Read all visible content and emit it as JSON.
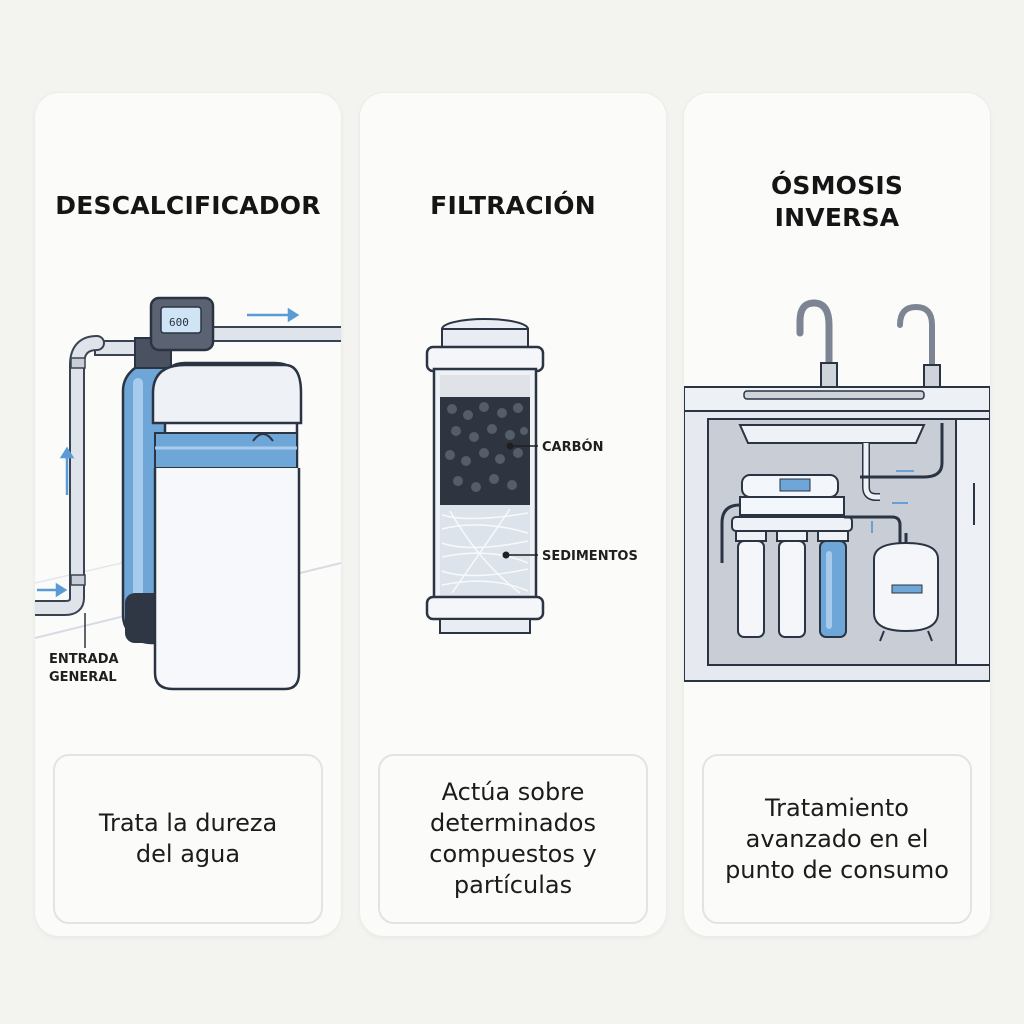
{
  "panels": [
    {
      "title_lines": [
        "DESCALCIFICADOR"
      ],
      "labels": [
        "ENTRADA",
        "GENERAL"
      ],
      "description_lines": [
        "Trata la dureza",
        "del agua"
      ]
    },
    {
      "title_lines": [
        "FILTRACIÓN"
      ],
      "labels": [
        "CARBÓN",
        "SEDIMENTOS"
      ],
      "description_lines": [
        "Actúa sobre",
        "determinados",
        "compuestos y",
        "partículas"
      ]
    },
    {
      "title_lines": [
        "ÓSMOSIS",
        "INVERSA"
      ],
      "labels": [],
      "description_lines": [
        "Tratamiento",
        "avanzado en el",
        "punto de consumo"
      ]
    }
  ],
  "icons": [
    "water-softener-icon",
    "pipe-icon",
    "flow-arrow-icon",
    "filter-cartridge-icon",
    "faucet-icon",
    "reverse-osmosis-unit-icon",
    "storage-tank-icon"
  ],
  "colors": {
    "background": "#f3f3ef",
    "card": "#fbfbf9",
    "accent_blue": "#5b9bd5",
    "pipe_gray": "#c9ced6",
    "outline": "#2b3442"
  }
}
